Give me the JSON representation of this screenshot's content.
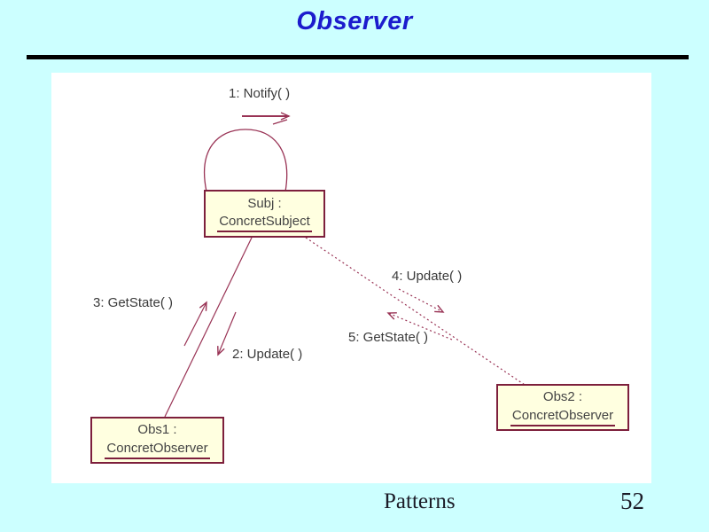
{
  "page": {
    "title": "Observer",
    "title_color": "#1C1CCD",
    "background_color": "#CCFFFF",
    "footer": {
      "left_text": "Patterns",
      "page_number": "52"
    }
  },
  "diagram": {
    "type": "uml-collaboration",
    "line_color": "#993355",
    "box_border_color": "#7D1F3C",
    "box_fill_color": "#FFFFE0",
    "nodes": [
      {
        "id": "subject",
        "name": "Subj :",
        "class_name": "ConcretSubject"
      },
      {
        "id": "observer1",
        "name": "Obs1 :",
        "class_name": "ConcretObserver"
      },
      {
        "id": "observer2",
        "name": "Obs2 :",
        "class_name": "ConcretObserver"
      }
    ],
    "messages": [
      {
        "seq": 1,
        "label": "1: Notify( )",
        "from": "subject",
        "to": "subject"
      },
      {
        "seq": 2,
        "label": "2: Update( )",
        "from": "subject",
        "to": "observer1"
      },
      {
        "seq": 3,
        "label": "3: GetState( )",
        "from": "observer1",
        "to": "subject"
      },
      {
        "seq": 4,
        "label": "4: Update( )",
        "from": "subject",
        "to": "observer2"
      },
      {
        "seq": 5,
        "label": "5: GetState( )",
        "from": "observer2",
        "to": "subject"
      }
    ]
  }
}
